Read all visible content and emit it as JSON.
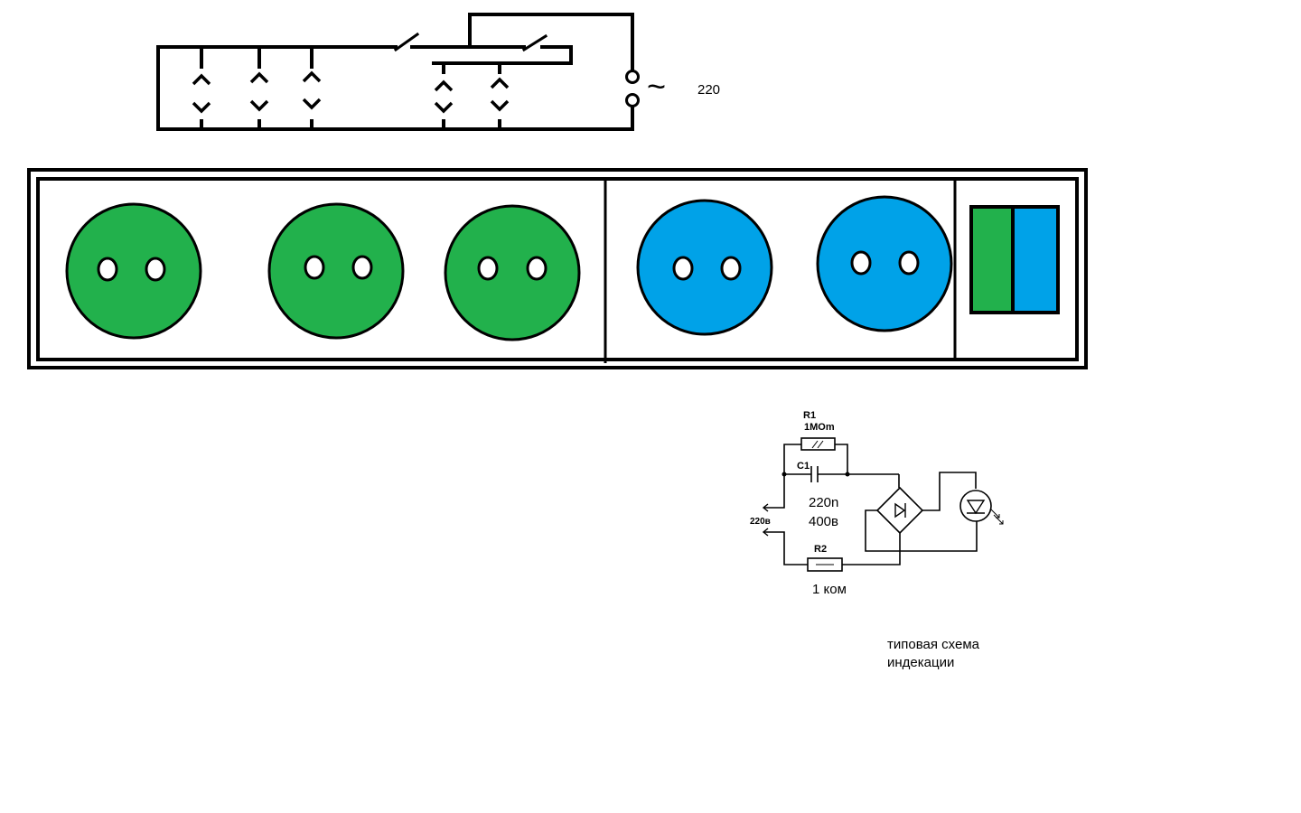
{
  "wiring": {
    "voltage_label": "220",
    "tilde": "~"
  },
  "power_strip": {
    "colors": {
      "green": "#22b14c",
      "blue": "#00a2e8",
      "frame": "#000000"
    },
    "group_a": [
      "green",
      "green",
      "green"
    ],
    "group_b": [
      "blue",
      "blue"
    ],
    "switch": [
      "green",
      "blue"
    ]
  },
  "indicator_circuit": {
    "r1_name": "R1",
    "r1_value": "1MOm",
    "c1_name": "C1",
    "c1_value": "220n",
    "c1_voltage": "400в",
    "input_label": "220в",
    "r2_name": "R2",
    "r2_value": "1 ком",
    "caption_line1": "типовая схема",
    "caption_line2": "индекации"
  }
}
